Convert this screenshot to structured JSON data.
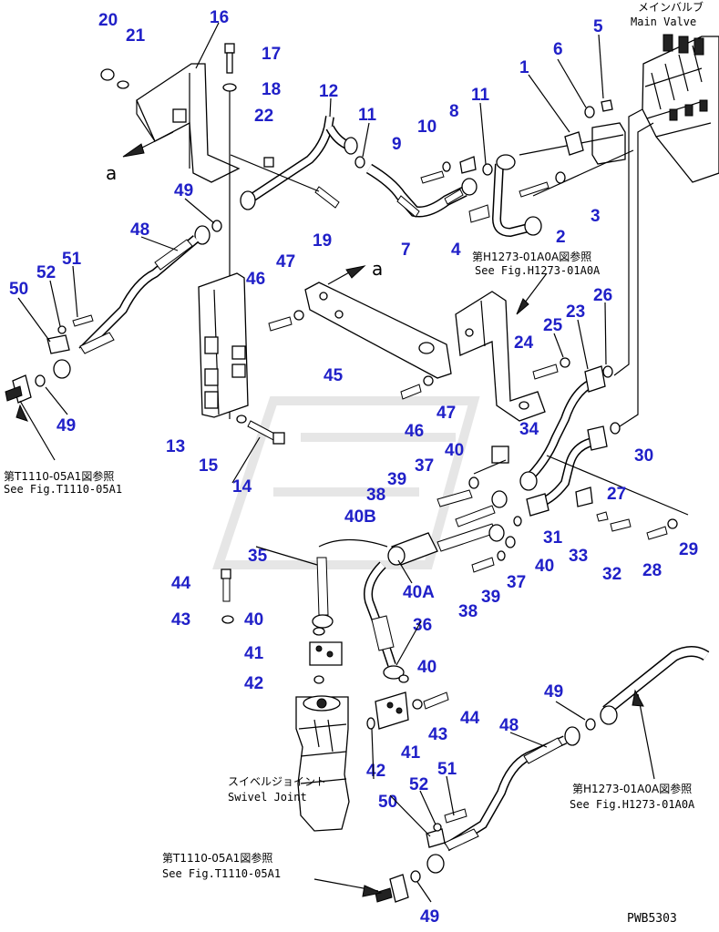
{
  "header": {
    "main_valve_jp": "メインバルブ",
    "main_valve_en": "Main Valve"
  },
  "swivel": {
    "label_jp": "スイベルジョイント",
    "label_en": "Swivel Joint"
  },
  "refs": {
    "h1273_jp_top": "第H1273-01A0A図参照",
    "h1273_en_top": "See Fig.H1273-01A0A",
    "t1110_jp_left": "第T1110-05A1図参照",
    "t1110_en_left": "See Fig.T1110-05A1",
    "h1273_jp_bottom": "第H1273-01A0A図参照",
    "h1273_en_bottom": "See Fig.H1273-01A0A",
    "t1110_jp_bottom": "第T1110-05A1図参照",
    "t1110_en_bottom": "See Fig.T1110-05A1"
  },
  "view_arrow_label": "a",
  "drawing_code": "PWB5303",
  "callouts": {
    "c20": "20",
    "c21": "21",
    "c16": "16",
    "c17": "17",
    "c18": "18",
    "c12": "12",
    "c22": "22",
    "c11a": "11",
    "c10": "10",
    "c9": "9",
    "c8": "8",
    "c11b": "11",
    "c1": "1",
    "c6": "6",
    "c5": "5",
    "c3": "3",
    "c2": "2",
    "c4": "4",
    "c7": "7",
    "c19": "19",
    "c49a": "49",
    "c48a": "48",
    "c51a": "51",
    "c52a": "52",
    "c50a": "50",
    "c49b": "49",
    "c46a": "46",
    "c47a": "47",
    "c45": "45",
    "c13": "13",
    "c15": "15",
    "c14": "14",
    "c46b": "46",
    "c47b": "47",
    "c26": "26",
    "c23": "23",
    "c25": "25",
    "c24": "24",
    "c34": "34",
    "c40a": "40",
    "c37a": "37",
    "c39a": "39",
    "c38a": "38",
    "c40b": "40B",
    "c30": "30",
    "c27": "27",
    "c31": "31",
    "c33": "33",
    "c32": "32",
    "c28": "28",
    "c29": "29",
    "c35": "35",
    "c40c": "40",
    "c37b": "37",
    "c39b": "39",
    "c38b": "38",
    "c40d": "40A",
    "c44a": "44",
    "c43a": "43",
    "c40e": "40",
    "c41a": "41",
    "c42a": "42",
    "c36": "36",
    "c40f": "40",
    "c44b": "44",
    "c43b": "43",
    "c41b": "41",
    "c42b": "42",
    "c49c": "49",
    "c48b": "48",
    "c52b": "52",
    "c51b": "51",
    "c50b": "50",
    "c49d": "49"
  }
}
